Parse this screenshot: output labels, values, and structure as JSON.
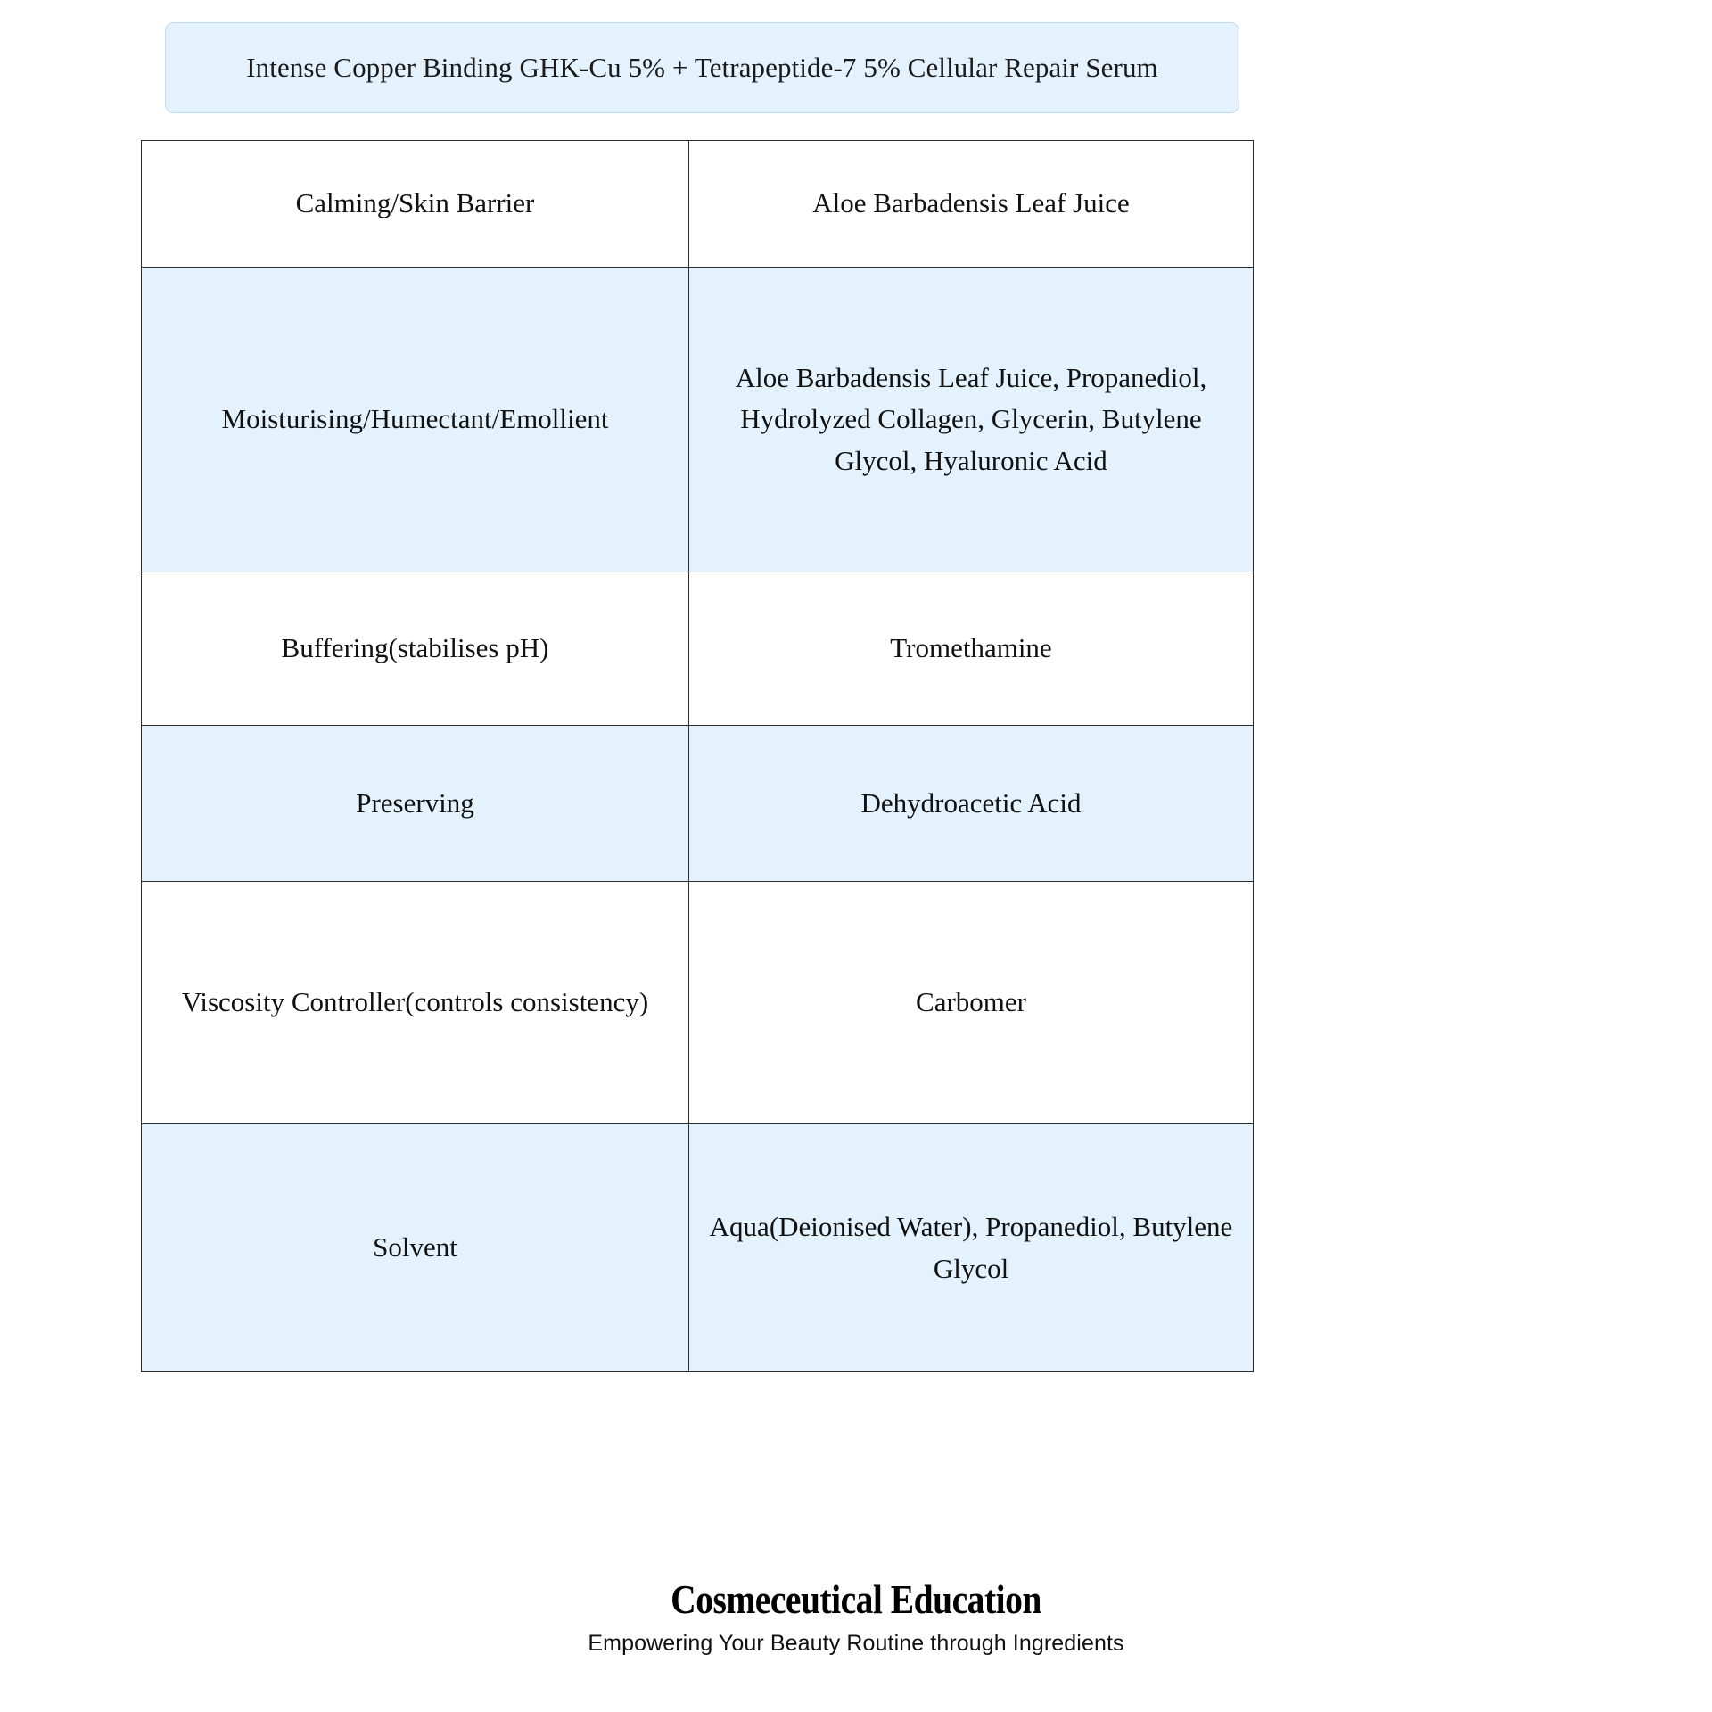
{
  "title": {
    "text": "Intense Copper Binding GHK-Cu 5% + Tetrapeptide-7 5% Cellular Repair Serum"
  },
  "table": {
    "rows": [
      {
        "function": "Calming/Skin Barrier",
        "ingredients": "Aloe Barbadensis Leaf Juice",
        "shaded": false
      },
      {
        "function": "Moisturising/Humectant/Emollient",
        "ingredients": "Aloe Barbadensis Leaf Juice, Propanediol, Hydrolyzed Collagen, Glycerin, Butylene Glycol, Hyaluronic Acid",
        "shaded": true
      },
      {
        "function": "Buffering(stabilises pH)",
        "ingredients": "Tromethamine",
        "shaded": false
      },
      {
        "function": "Preserving",
        "ingredients": "Dehydroacetic Acid",
        "shaded": true
      },
      {
        "function": "Viscosity Controller(controls consistency)",
        "ingredients": "Carbomer",
        "shaded": false
      },
      {
        "function": "Solvent",
        "ingredients": "Aqua(Deionised Water), Propanediol, Butylene Glycol",
        "shaded": true
      }
    ]
  },
  "footer": {
    "brand": "Cosmeceutical Education",
    "tagline": "Empowering Your Beauty Routine through Ingredients"
  },
  "colors": {
    "shaded_row": "#e3f2fd",
    "plain_row": "#ffffff",
    "banner_background": "#e3f2fd",
    "banner_border": "#bcdcf2",
    "table_border": "#2b2b2b",
    "text": "#111111"
  }
}
